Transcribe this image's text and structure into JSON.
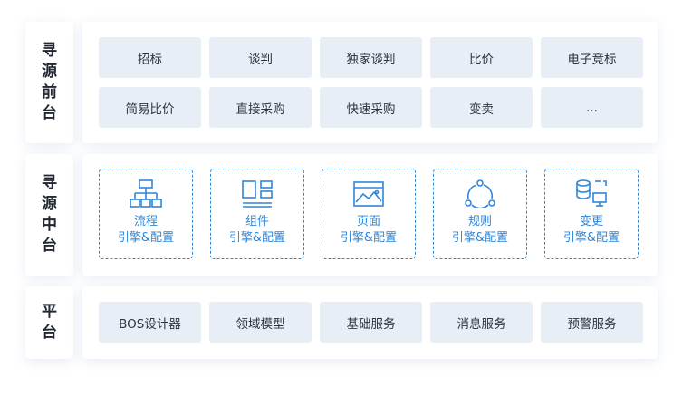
{
  "front": {
    "label": "寻源前台",
    "buttons": [
      "招标",
      "谈判",
      "独家谈判",
      "比价",
      "电子竞标",
      "简易比价",
      "直接采购",
      "快速采购",
      "变卖",
      "..."
    ]
  },
  "middle": {
    "label": "寻源中台",
    "cards": [
      {
        "title": "流程",
        "subtitle": "引擎&配置",
        "icon": "flowchart-icon"
      },
      {
        "title": "组件",
        "subtitle": "引擎&配置",
        "icon": "layout-icon"
      },
      {
        "title": "页面",
        "subtitle": "引擎&配置",
        "icon": "picture-icon"
      },
      {
        "title": "规则",
        "subtitle": "引擎&配置",
        "icon": "cycle-icon"
      },
      {
        "title": "变更",
        "subtitle": "引擎&配置",
        "icon": "database-monitor-icon"
      }
    ]
  },
  "platform": {
    "label": "平台",
    "buttons": [
      "BOS设计器",
      "领域模型",
      "基础服务",
      "消息服务",
      "预警服务"
    ]
  },
  "colors": {
    "accent": "#2f86d8",
    "button_bg": "#e8eef6"
  }
}
